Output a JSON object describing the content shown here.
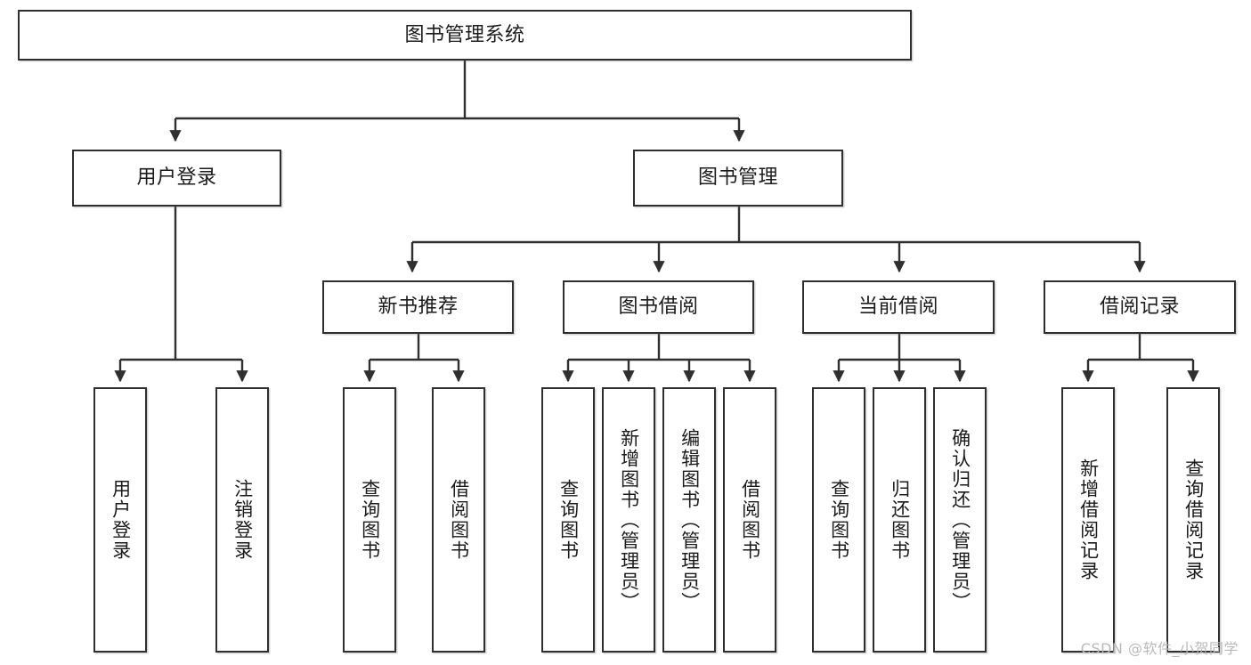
{
  "diagram": {
    "type": "tree-hierarchy",
    "title": "图书管理系统",
    "orientation": "top-down",
    "edge_color": "#2f2f2f",
    "node_border_color": "#2f2f2f",
    "node_fill_color": "#ffffff",
    "text_color": "#1b1b1b"
  },
  "watermark": {
    "text": "CSDN @软件_小贺同学",
    "color": "#b9b9b9"
  },
  "nodes": {
    "root": {
      "label": "图书管理系统"
    },
    "level2": [
      {
        "label": "用户登录"
      },
      {
        "label": "图书管理"
      }
    ],
    "level3": [
      {
        "label": "新书推荐"
      },
      {
        "label": "图书借阅"
      },
      {
        "label": "当前借阅"
      },
      {
        "label": "借阅记录"
      }
    ],
    "leaves_user_login": [
      {
        "label": "用户登录"
      },
      {
        "label": "注销登录"
      }
    ],
    "leaves_new_book": [
      {
        "label": "查询图书"
      },
      {
        "label": "借阅图书"
      }
    ],
    "leaves_borrow": [
      {
        "label": "查询图书"
      },
      {
        "label": "新增图书（管理员）"
      },
      {
        "label": "编辑图书（管理员）"
      },
      {
        "label": "借阅图书"
      }
    ],
    "leaves_current": [
      {
        "label": "查询图书"
      },
      {
        "label": "归还图书"
      },
      {
        "label": "确认归还（管理员）"
      }
    ],
    "leaves_records": [
      {
        "label": "新增借阅记录"
      },
      {
        "label": "查询借阅记录"
      }
    ]
  }
}
